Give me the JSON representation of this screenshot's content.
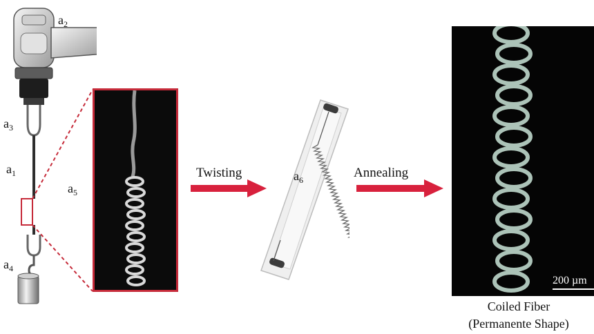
{
  "labels": {
    "a1": {
      "base": "a",
      "sub": "1"
    },
    "a2": {
      "base": "a",
      "sub": "2"
    },
    "a3": {
      "base": "a",
      "sub": "3"
    },
    "a4": {
      "base": "a",
      "sub": "4"
    },
    "a5": {
      "base": "a",
      "sub": "5"
    },
    "a6": {
      "base": "a",
      "sub": "6"
    }
  },
  "arrows": {
    "twisting": "Twisting",
    "annealing": "Annealing"
  },
  "caption": {
    "line1": "Coiled Fiber",
    "line2": "(Permanente Shape)"
  },
  "scale_bar": "200 µm",
  "colors": {
    "arrow_red": "#d8213d",
    "frame_red": "#c62b3a",
    "photo_bg": "#050505"
  }
}
